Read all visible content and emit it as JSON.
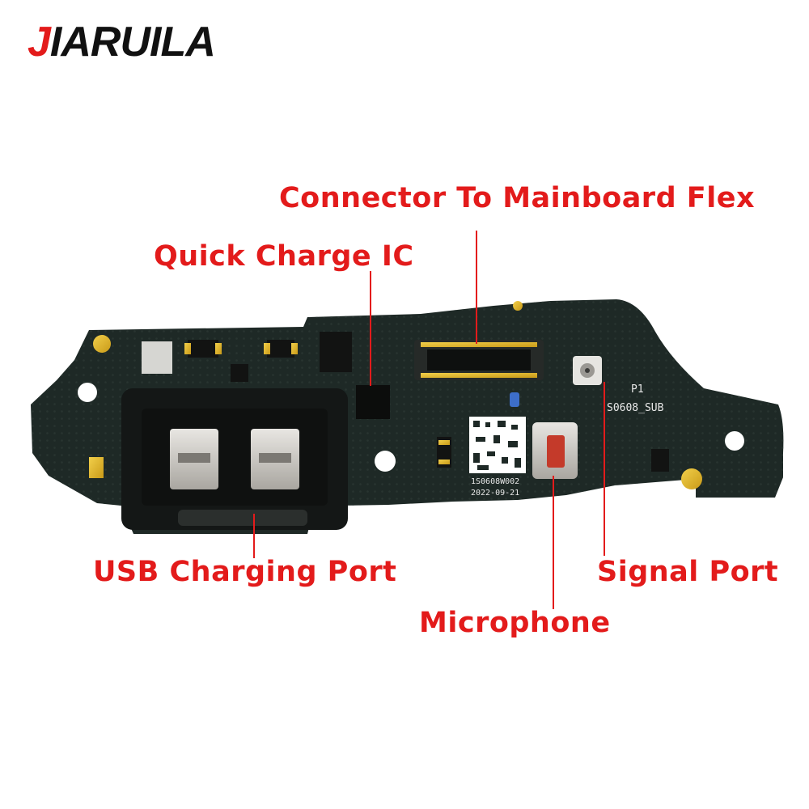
{
  "brand": {
    "first_letter": "J",
    "rest": "IARUILA"
  },
  "labels": {
    "connector": "Connector To Mainboard Flex",
    "quick_charge": "Quick Charge IC",
    "usb_port": "USB Charging Port",
    "signal_port": "Signal Port",
    "microphone": "Microphone"
  },
  "silkscreen": {
    "p1": "P1",
    "board_id": "S0608_SUB",
    "serial": "1S0608W002",
    "date": "2022-09-21"
  },
  "colors": {
    "accent": "#e31b1b",
    "pcb": "#1f2a27",
    "text": "#111111"
  }
}
